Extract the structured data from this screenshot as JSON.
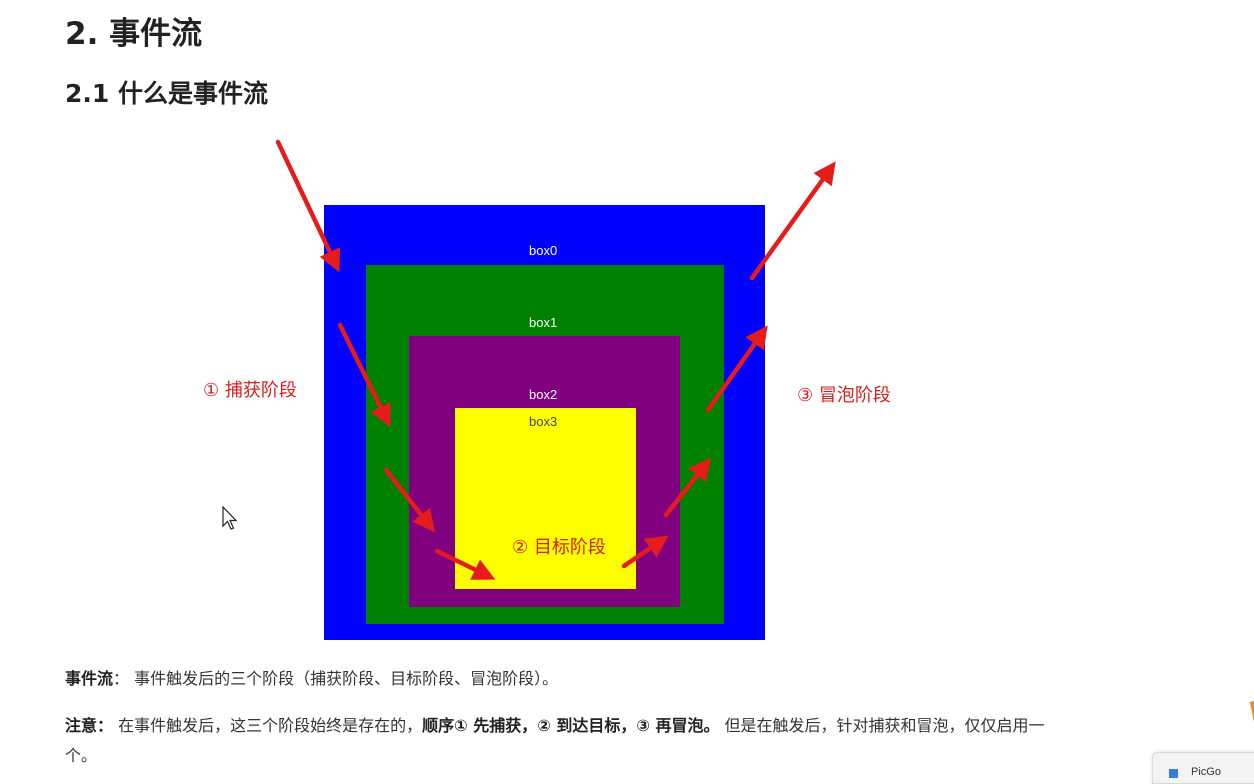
{
  "heading": "2. 事件流",
  "subheading": "2.1 什么是事件流",
  "diagram": {
    "boxes": [
      "box0",
      "box1",
      "box2",
      "box3"
    ],
    "phases": {
      "capture": "① 捕获阶段",
      "target": "② 目标阶段",
      "bubble": "③ 冒泡阶段"
    },
    "colors": {
      "box0": "#0000ff",
      "box1": "#008000",
      "box2": "#800080",
      "box3": "#ffff00",
      "arrow": "#e51c1c"
    }
  },
  "para1": {
    "label": "事件流",
    "colon": "：",
    "text": " 事件触发后的三个阶段（捕获阶段、目标阶段、冒泡阶段）。"
  },
  "para2": {
    "label": "注意：",
    "text1": " 在事件触发后，这三个阶段始终是存在的，",
    "order": "顺序① 先捕获，② 到达目标，③ 再冒泡。",
    "text2": " 但是在触发后，针对捕获和冒泡，仅仅启用一个。"
  },
  "taskbar": {
    "label": "PicGo"
  }
}
